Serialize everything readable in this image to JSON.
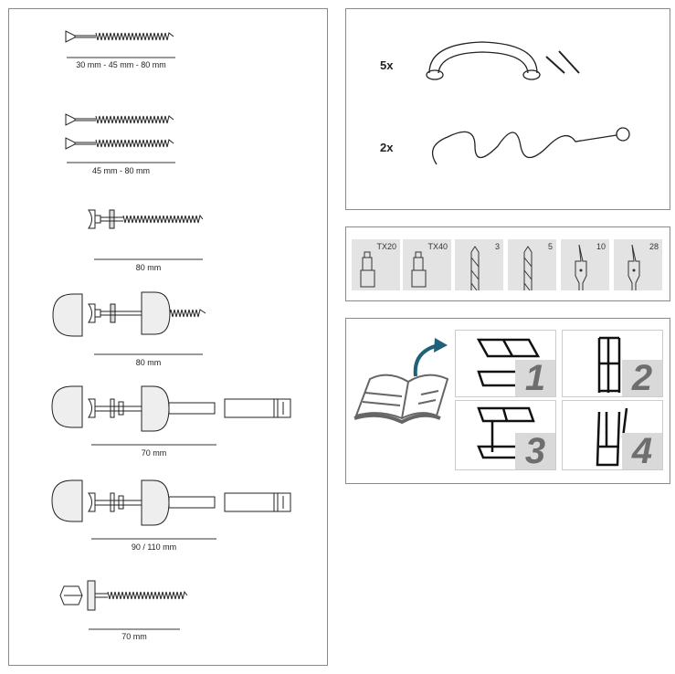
{
  "fasteners": {
    "row1_label": "30 mm - 45 mm - 80 mm",
    "row2_label": "45 mm - 80 mm",
    "row3_label": "80 mm",
    "row4_label": "80 mm",
    "row5_label": "70 mm",
    "row6_label": "90 / 110 mm",
    "row7_label": "70 mm"
  },
  "accessories": {
    "handle_qty": "5x",
    "spiral_qty": "2x"
  },
  "bits": [
    {
      "label": "TX20",
      "icon": "torx-bit-icon"
    },
    {
      "label": "TX40",
      "icon": "torx-bit-icon"
    },
    {
      "label": "3",
      "icon": "drill-bit-icon"
    },
    {
      "label": "5",
      "icon": "drill-bit-icon"
    },
    {
      "label": "10",
      "icon": "spade-bit-icon"
    },
    {
      "label": "28",
      "icon": "spade-bit-icon"
    }
  ],
  "manual": {
    "steps": [
      "1",
      "2",
      "3",
      "4"
    ],
    "arrow_color": "#1f6177"
  }
}
